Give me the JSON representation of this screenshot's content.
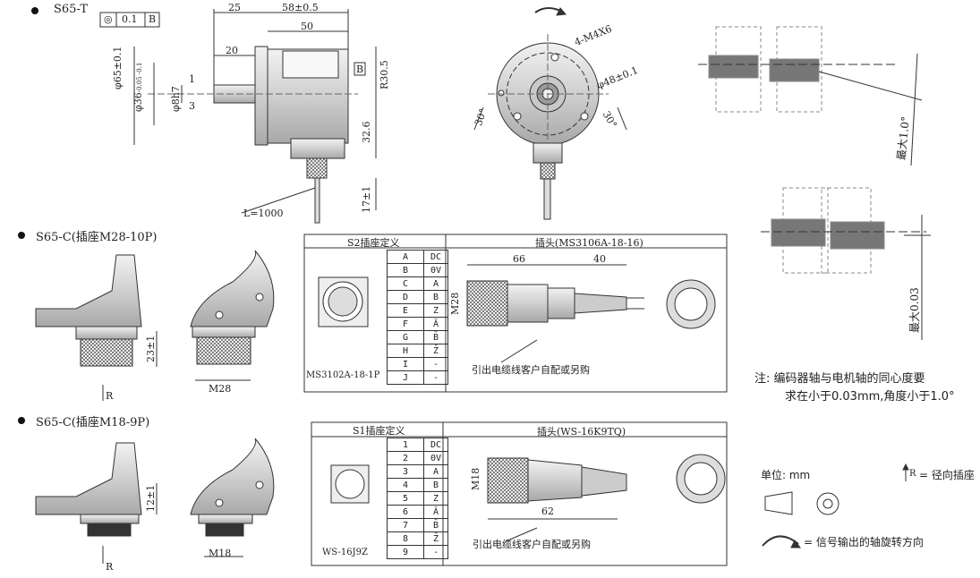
{
  "sections": {
    "s65t": {
      "title": "S65-T"
    },
    "s65c_m28": {
      "title": "S65-C(插座M28-10P)"
    },
    "s65c_m18": {
      "title": "S65-C(插座M18-9P)"
    }
  },
  "dims": {
    "tolerance_frame": [
      "◎",
      "0.1",
      "B"
    ],
    "d25": "25",
    "d58": "58±0.5",
    "d50": "50",
    "d20": "20",
    "d65": "φ65±0.1",
    "d36": "φ36",
    "d36_tol_upper": "-0.05",
    "d36_tol_lower": "-0.1",
    "d8h7": "φ8h7",
    "d1": "1",
    "d3": "3",
    "r30": "R30.5",
    "d32": "32.6",
    "d17": "17±1",
    "cable_len": "L=1000",
    "datum_b": "B",
    "m4": "4-M4X6",
    "d48": "φ48±0.1",
    "ang30_left": "30°",
    "ang30_right": "30°",
    "d23": "23±1",
    "m28": "M28",
    "d12": "12±1",
    "m18": "M18",
    "r_mark": "R",
    "angle_max": "最大1.0°",
    "conc_max": "最大0.03"
  },
  "s2_table": {
    "title": "S2插座定义",
    "caption": "MS3102A-18-1P",
    "rows": [
      [
        "A",
        "DC"
      ],
      [
        "B",
        "0V"
      ],
      [
        "C",
        "A"
      ],
      [
        "D",
        "B"
      ],
      [
        "E",
        "Z"
      ],
      [
        "F",
        "Ā"
      ],
      [
        "G",
        "B̄"
      ],
      [
        "H",
        "Z̄"
      ],
      [
        "I",
        "-"
      ],
      [
        "J",
        "-"
      ]
    ]
  },
  "plug1": {
    "title": "插头(MS3106A-18-16)",
    "d66": "66",
    "d40": "40",
    "m28": "M28",
    "note": "引出电缆线客户自配或另购"
  },
  "s1_table": {
    "title": "S1插座定义",
    "caption": "WS-16J9Z",
    "rows": [
      [
        "1",
        "DC"
      ],
      [
        "2",
        "0V"
      ],
      [
        "3",
        "A"
      ],
      [
        "4",
        "B"
      ],
      [
        "5",
        "Z"
      ],
      [
        "6",
        "Ā"
      ],
      [
        "7",
        "B̄"
      ],
      [
        "8",
        "Z̄"
      ],
      [
        "9",
        "-"
      ]
    ]
  },
  "plug2": {
    "title": "插头(WS-16K9TQ)",
    "m18": "M18",
    "d62": "62",
    "note": "引出电缆线客户自配或另购"
  },
  "note": {
    "line1": "注: 编码器轴与电机轴的同心度要",
    "line2": "求在小于0.03mm,角度小于1.0°"
  },
  "legend": {
    "unit": "单位: mm",
    "r_def_letter": "R",
    "r_def": "= 径向插座",
    "rotation": "= 信号输出的轴旋转方向"
  }
}
